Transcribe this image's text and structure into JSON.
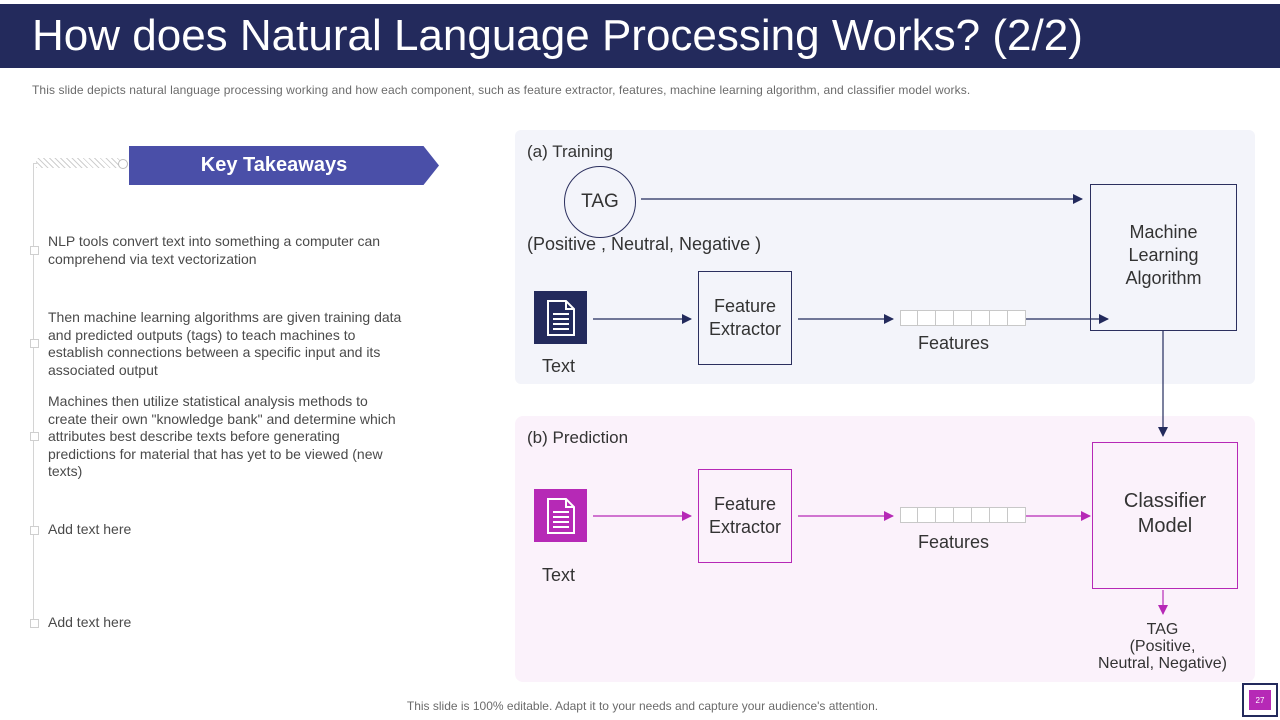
{
  "header": {
    "title": "How does Natural Language Processing Works? (2/2)",
    "subtitle": "This slide depicts natural language processing working and how each component, such as feature extractor, features, machine learning algorithm, and classifier model works."
  },
  "takeaways": {
    "heading": "Key Takeaways",
    "items": [
      "NLP tools convert text into something a computer can comprehend via text vectorization",
      "Then machine learning algorithms are given training data and predicted outputs (tags) to teach machines to establish connections between a specific input and its associated output",
      "Machines then utilize statistical analysis methods to create their own \"knowledge bank\" and determine which attributes best describe texts before generating predictions for material that has yet to be viewed (new texts)",
      "Add text here",
      "Add text here"
    ]
  },
  "training": {
    "label": "(a) Training",
    "tag": "TAG",
    "tag_values": "(Positive , Neutral, Negative )",
    "text_label": "Text",
    "extractor_line1": "Feature",
    "extractor_line2": "Extractor",
    "features_label": "Features",
    "ml_line1": "Machine",
    "ml_line2": "Learning",
    "ml_line3": "Algorithm"
  },
  "prediction": {
    "label": "(b) Prediction",
    "text_label": "Text",
    "extractor_line1": "Feature",
    "extractor_line2": "Extractor",
    "features_label": "Features",
    "classifier_line1": "Classifier",
    "classifier_line2": "Model",
    "out_tag": "TAG",
    "out_values_line1": "(Positive,",
    "out_values_line2": "Neutral,  Negative)"
  },
  "colors": {
    "navy": "#232a5c",
    "accent_blue": "#4a4fa8",
    "magenta": "#b629b6"
  },
  "footer": {
    "note": "This slide is 100% editable. Adapt it to your needs and capture your audience's attention.",
    "page_number": "27"
  }
}
